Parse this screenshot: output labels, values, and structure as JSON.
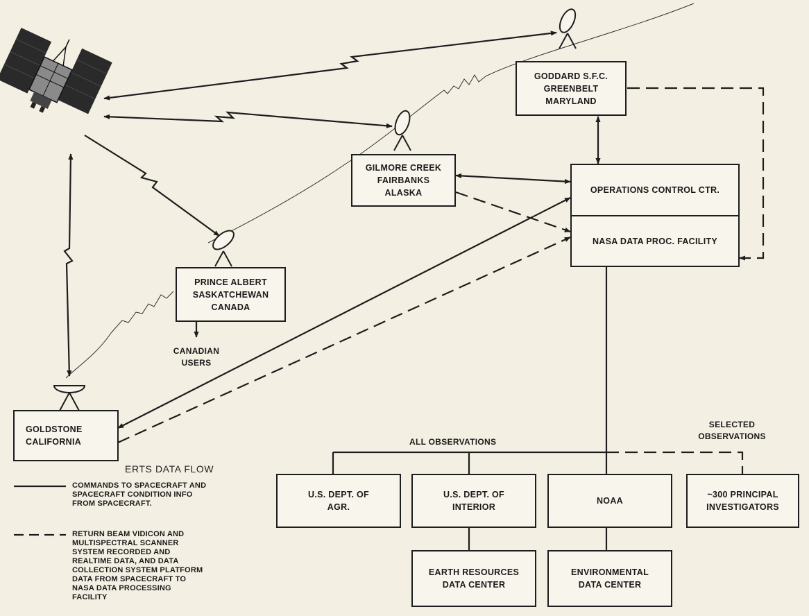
{
  "nodes": {
    "goddard": [
      "GODDARD S.F.C.",
      "GREENBELT",
      "MARYLAND"
    ],
    "gilmore": [
      "GILMORE CREEK",
      "FAIRBANKS",
      "ALASKA"
    ],
    "prince_albert": [
      "PRINCE ALBERT",
      "SASKATCHEWAN",
      "CANADA"
    ],
    "goldstone": [
      "GOLDSTONE",
      "CALIFORNIA"
    ],
    "ops_control": "OPERATIONS CONTROL CTR.",
    "nasa_data": "NASA DATA PROC. FACILITY",
    "usda": [
      "U.S. DEPT. OF",
      "AGR."
    ],
    "interior": [
      "U.S. DEPT. OF",
      "INTERIOR"
    ],
    "noaa": "NOAA",
    "investigators": [
      "~300 PRINCIPAL",
      "INVESTIGATORS"
    ],
    "earth_resources": [
      "EARTH RESOURCES",
      "DATA CENTER"
    ],
    "environmental": [
      "ENVIRONMENTAL",
      "DATA CENTER"
    ]
  },
  "labels": {
    "canadian_users": [
      "CANADIAN",
      "USERS"
    ],
    "all_observations": "ALL OBSERVATIONS",
    "selected_observations": [
      "SELECTED",
      "OBSERVATIONS"
    ]
  },
  "legend": {
    "title": "ERTS DATA FLOW",
    "solid": [
      "COMMANDS TO SPACECRAFT AND",
      "SPACECRAFT CONDITION INFO",
      "FROM SPACECRAFT."
    ],
    "dashed": [
      "RETURN BEAM VIDICON AND",
      "MULTISPECTRAL SCANNER",
      "SYSTEM RECORDED AND",
      "REALTIME DATA, AND DATA",
      "COLLECTION SYSTEM PLATFORM",
      "DATA FROM SPACECRAFT TO",
      "NASA DATA PROCESSING",
      "FACILITY"
    ]
  },
  "colors": {
    "ink": "#1d1d1d",
    "paper": "#f3efe3"
  }
}
